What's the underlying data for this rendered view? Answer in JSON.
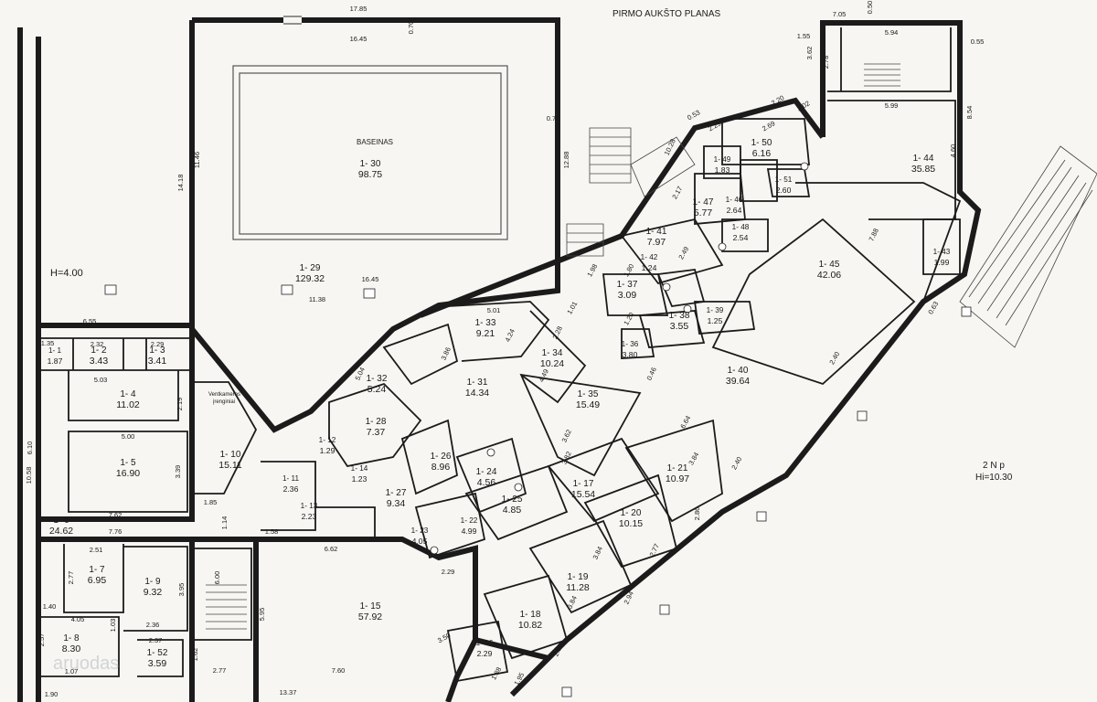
{
  "plan": {
    "title": "PIRMO AUKŠTO PLANAS",
    "pool_label": "BASEINAS",
    "height_label": "H=4.00",
    "floor_note": "2 N p",
    "floor_height": "Hi=10.30",
    "ventchamber_label_1": "Ventkameros",
    "ventchamber_label_2": "įrenginiai",
    "watermark": "aruodas"
  },
  "rooms": [
    {
      "id": "1- 1",
      "area": "1.87"
    },
    {
      "id": "1- 2",
      "area": "3.43"
    },
    {
      "id": "1- 3",
      "area": "3.41"
    },
    {
      "id": "1- 4",
      "area": "11.02"
    },
    {
      "id": "1- 5",
      "area": "16.90"
    },
    {
      "id": "1- 6",
      "area": "24.62"
    },
    {
      "id": "1- 7",
      "area": "6.95"
    },
    {
      "id": "1- 8",
      "area": "8.30"
    },
    {
      "id": "1- 9",
      "area": "9.32"
    },
    {
      "id": "1- 10",
      "area": "15.11"
    },
    {
      "id": "1- 11",
      "area": "2.36"
    },
    {
      "id": "1- 12",
      "area": "1.29"
    },
    {
      "id": "1- 13",
      "area": "2.23"
    },
    {
      "id": "1- 14",
      "area": "1.23"
    },
    {
      "id": "1- 15",
      "area": "57.92"
    },
    {
      "id": "1- 16",
      "area": "2.29"
    },
    {
      "id": "1- 17",
      "area": "15.54"
    },
    {
      "id": "1- 18",
      "area": "10.82"
    },
    {
      "id": "1- 19",
      "area": "11.28"
    },
    {
      "id": "1- 20",
      "area": "10.15"
    },
    {
      "id": "1- 21",
      "area": "10.97"
    },
    {
      "id": "1- 22",
      "area": "4.99"
    },
    {
      "id": "1- 23",
      "area": "4.05"
    },
    {
      "id": "1- 24",
      "area": "4.56"
    },
    {
      "id": "1- 25",
      "area": "4.85"
    },
    {
      "id": "1- 26",
      "area": "8.96"
    },
    {
      "id": "1- 27",
      "area": "9.34"
    },
    {
      "id": "1- 28",
      "area": "7.37"
    },
    {
      "id": "1- 29",
      "area": "129.32"
    },
    {
      "id": "1- 30",
      "area": "98.75"
    },
    {
      "id": "1- 31",
      "area": "14.34"
    },
    {
      "id": "1- 32",
      "area": "5.24"
    },
    {
      "id": "1- 33",
      "area": "9.21"
    },
    {
      "id": "1- 34",
      "area": "10.24"
    },
    {
      "id": "1- 35",
      "area": "15.49"
    },
    {
      "id": "1- 36",
      "area": "3.80"
    },
    {
      "id": "1- 37",
      "area": "3.09"
    },
    {
      "id": "1- 38",
      "area": "3.55"
    },
    {
      "id": "1- 39",
      "area": "1.25"
    },
    {
      "id": "1- 40",
      "area": "39.64"
    },
    {
      "id": "1- 41",
      "area": "7.97"
    },
    {
      "id": "1- 42",
      "area": "1.24"
    },
    {
      "id": "1- 43",
      "area": "1.99"
    },
    {
      "id": "1- 44",
      "area": "35.85"
    },
    {
      "id": "1- 45",
      "area": "42.06"
    },
    {
      "id": "1- 46",
      "area": "2.64"
    },
    {
      "id": "1- 47",
      "area": "5.77"
    },
    {
      "id": "1- 48",
      "area": "2.54"
    },
    {
      "id": "1- 49",
      "area": "1.83"
    },
    {
      "id": "1- 50",
      "area": "6.16"
    },
    {
      "id": "1- 51",
      "area": "2.60"
    },
    {
      "id": "1- 52",
      "area": "3.59"
    }
  ],
  "dimensions": [
    "17.85",
    "16.45",
    "0.70",
    "14.18",
    "11.46",
    "12.88",
    "0.70",
    "16.45",
    "11.38",
    "6.55",
    "1.35",
    "2.32",
    "2.29",
    "5.03",
    "2.19",
    "5.00",
    "3.39",
    "6.10",
    "10.58",
    "7.62",
    "7.76",
    "2.51",
    "3.95",
    "2.77",
    "4.05",
    "2.36",
    "2.57",
    "1.07",
    "1.90",
    "6.62",
    "2.29",
    "6.00",
    "5.95",
    "7.60",
    "13.37",
    "2.77",
    "1.58",
    "1.85",
    "1.14",
    "5.04",
    "3.86",
    "5.01",
    "4.24",
    "2.28",
    "4.49",
    "3.62",
    "3.82",
    "6.64",
    "3.84",
    "2.86",
    "2.77",
    "2.94",
    "3.84",
    "3.84",
    "2.82",
    "7.88",
    "5.99",
    "7.05",
    "5.94",
    "0.55",
    "8.54",
    "4.60",
    "2.20",
    "2.02",
    "2.69",
    "2.29",
    "0.53",
    "10.28",
    "0.46",
    "0.63",
    "2.40",
    "2.40",
    "0.50",
    "1.55",
    "2.78",
    "3.62",
    "1.40",
    "1.03",
    "1.62",
    "2.37",
    "3.50",
    "1.95",
    "1.88",
    "2.17",
    "2.49",
    "1.80",
    "1.98",
    "1.01",
    "1.20"
  ]
}
